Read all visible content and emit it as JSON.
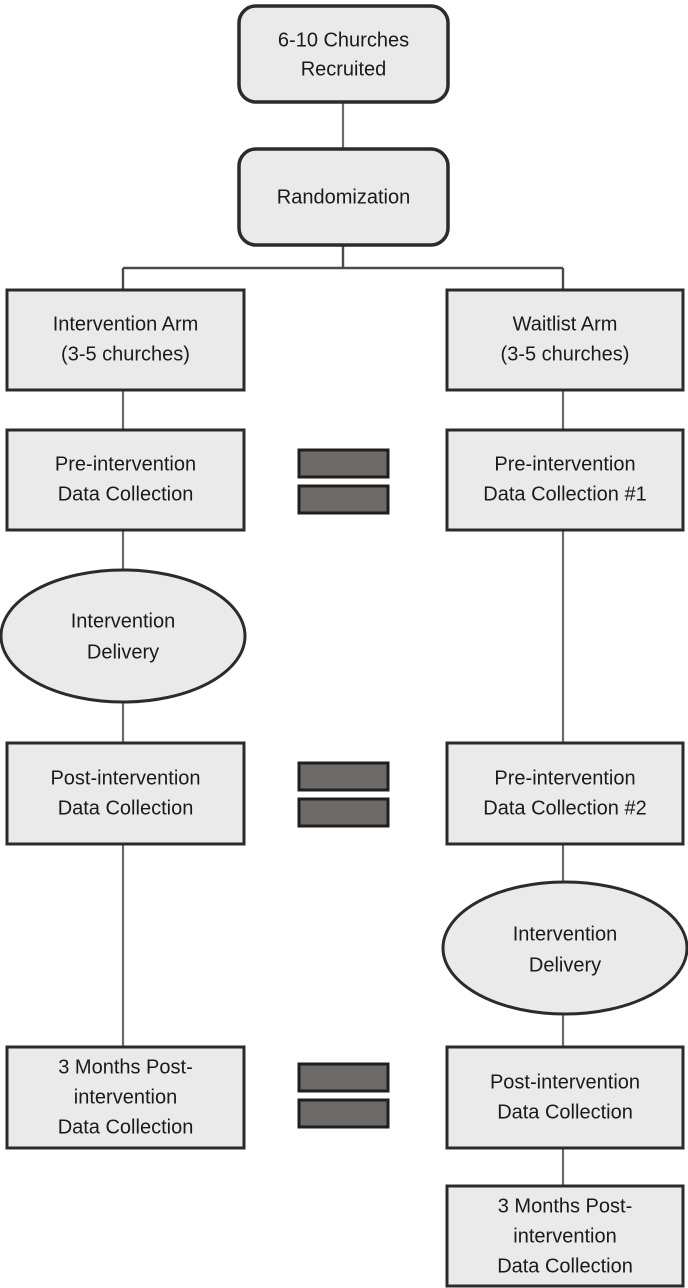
{
  "diagram": {
    "title": "Stepped-wedge / waitlist randomized trial flowchart",
    "colors": {
      "box_fill": "#eaeaea",
      "box_stroke": "#2b2b2b",
      "bar_fill": "#6e6a68",
      "bar_stroke": "#1f1f1f",
      "connector": "#6b6b6b",
      "text": "#1a1a1a",
      "background": "#ffffff"
    },
    "nodes": {
      "recruited": {
        "line1": "6-10 Churches",
        "line2": "Recruited",
        "shape": "rounded-rect"
      },
      "randomization": {
        "line1": "Randomization",
        "shape": "rounded-rect"
      },
      "intervention_arm": {
        "line1": "Intervention Arm",
        "line2": "(3-5 churches)",
        "shape": "rect"
      },
      "waitlist_arm": {
        "line1": "Waitlist Arm",
        "line2": "(3-5 churches)",
        "shape": "rect"
      },
      "left_pre": {
        "line1": "Pre-intervention",
        "line2": "Data Collection",
        "shape": "rect"
      },
      "right_pre1": {
        "line1": "Pre-intervention",
        "line2": "Data Collection #1",
        "shape": "rect"
      },
      "left_delivery": {
        "line1": "Intervention",
        "line2": "Delivery",
        "shape": "ellipse"
      },
      "left_post": {
        "line1": "Post-intervention",
        "line2": "Data Collection",
        "shape": "rect"
      },
      "right_pre2": {
        "line1": "Pre-intervention",
        "line2": "Data Collection #2",
        "shape": "rect"
      },
      "right_delivery": {
        "line1": "Intervention",
        "line2": "Delivery",
        "shape": "ellipse"
      },
      "left_3months": {
        "line1": "3 Months Post-",
        "line2": "intervention",
        "line3": "Data Collection",
        "shape": "rect"
      },
      "right_post": {
        "line1": "Post-intervention",
        "line2": "Data Collection",
        "shape": "rect"
      },
      "right_3months": {
        "line1": "3 Months Post-",
        "line2": "intervention",
        "line3": "Data Collection",
        "shape": "rect"
      }
    },
    "equals_connectors": [
      {
        "name": "equals-connector-1",
        "pairs": [
          "left_pre",
          "right_pre1"
        ]
      },
      {
        "name": "equals-connector-2",
        "pairs": [
          "left_post",
          "right_pre2"
        ]
      },
      {
        "name": "equals-connector-3",
        "pairs": [
          "left_3months",
          "right_post"
        ]
      }
    ]
  }
}
